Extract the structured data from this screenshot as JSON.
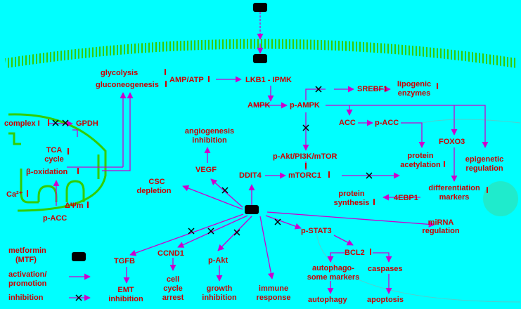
{
  "colors": {
    "background": "#00ffff",
    "text": "#cc0000",
    "arrow": "#cc00cc",
    "membrane": "#33cc00",
    "drug": "#000000"
  },
  "labels": {
    "glycolysis": "glycolysis",
    "gluconeogenesis": "gluconeogenesis",
    "amp_atp": "AMP/ATP",
    "lkb1_ipmk": "LKB1 - IPMK",
    "srebf1": "SREBF1",
    "lipogenic_1": "lipogenic",
    "lipogenic_2": "enzymes",
    "ampk": "AMPK",
    "p_ampk": "p-AMPK",
    "complex_i": "complex I",
    "gpdh": "GPDH",
    "tca_1": "TCA",
    "tca_2": "cycle",
    "beta_ox": "β-oxidation",
    "ca": "Ca²⁺",
    "dpsi": "ΔΨm",
    "p_acc_mito": "p-ACC",
    "angio_1": "angiogenesis",
    "angio_2": "inhibition",
    "acc": "ACC",
    "p_acc": "p-ACC",
    "foxo3": "FOXO3",
    "vegf": "VEGF",
    "pakt_pi3k": "p-Akt/PI3K/mTOR",
    "prot_acet_1": "protein",
    "prot_acet_2": "acetylation",
    "epi_1": "epigenetic",
    "epi_2": "regulation",
    "csc_1": "CSC",
    "csc_2": "depletion",
    "ddit4": "DDIT4",
    "mtorc1": "mTORC1",
    "diff_1": "differentiation",
    "diff_2": "markers",
    "prot_syn_1": "protein",
    "prot_syn_2": "synthesis",
    "ebp1": "4EBP1",
    "mirna_1": "miRNA",
    "mirna_2": "regulation",
    "pstat3": "p-STAT3",
    "bcl2": "BCL2",
    "autopha_1": "autophago-",
    "autopha_2": "some markers",
    "caspases": "caspases",
    "tgfb": "TGFB",
    "ccnd1": "CCND1",
    "pakt": "p-Akt",
    "emt_1": "EMT",
    "emt_2": "inhibition",
    "cellcycle_1": "cell",
    "cellcycle_2": "cycle",
    "cellcycle_3": "arrest",
    "growth_1": "growth",
    "growth_2": "inhibition",
    "immune_1": "immune",
    "immune_2": "response",
    "autophagy": "autophagy",
    "apoptosis": "apoptosis"
  },
  "legend": {
    "metformin_1": "metformin",
    "metformin_2": "(MTF)",
    "activation_1": "activation/",
    "activation_2": "promotion",
    "inhibition": "inhibition"
  }
}
